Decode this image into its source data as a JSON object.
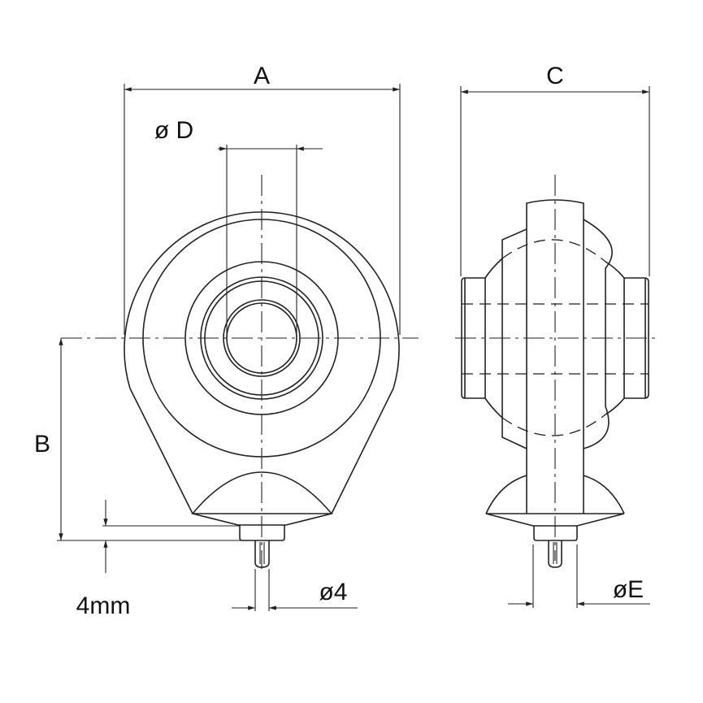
{
  "labels": {
    "A": "A",
    "B": "B",
    "C": "C",
    "D": "ø D",
    "E": "øE",
    "pin_dia": "ø4",
    "pin_len": "4mm"
  }
}
